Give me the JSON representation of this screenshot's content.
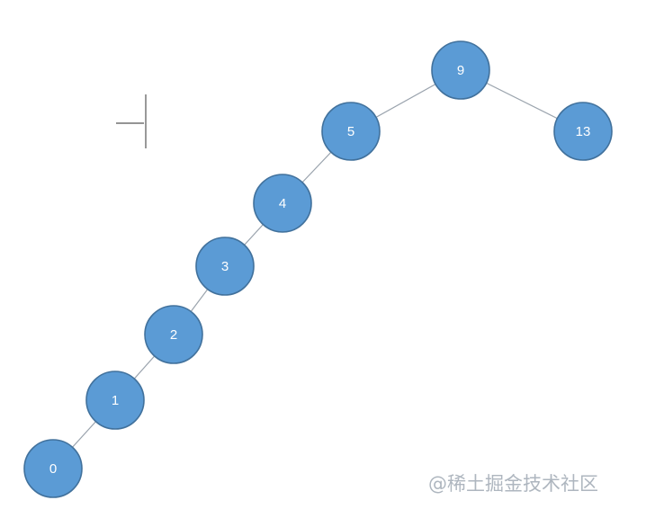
{
  "nodes": [
    {
      "id": "n9",
      "label": "9"
    },
    {
      "id": "n5",
      "label": "5"
    },
    {
      "id": "n13",
      "label": "13"
    },
    {
      "id": "n4",
      "label": "4"
    },
    {
      "id": "n3",
      "label": "3"
    },
    {
      "id": "n2",
      "label": "2"
    },
    {
      "id": "n1",
      "label": "1"
    },
    {
      "id": "n0",
      "label": "0"
    }
  ],
  "edges": [
    {
      "from": "n9",
      "to": "n5"
    },
    {
      "from": "n9",
      "to": "n13"
    },
    {
      "from": "n5",
      "to": "n4"
    },
    {
      "from": "n4",
      "to": "n3"
    },
    {
      "from": "n3",
      "to": "n2"
    },
    {
      "from": "n2",
      "to": "n1"
    },
    {
      "from": "n1",
      "to": "n0"
    }
  ],
  "watermark": "@稀土掘金技术社区",
  "colors": {
    "node_fill": "#5b9bd5",
    "node_stroke": "#41719c",
    "edge": "#9aa3ad",
    "label": "#ffffff",
    "watermark": "#aeb6bf"
  }
}
